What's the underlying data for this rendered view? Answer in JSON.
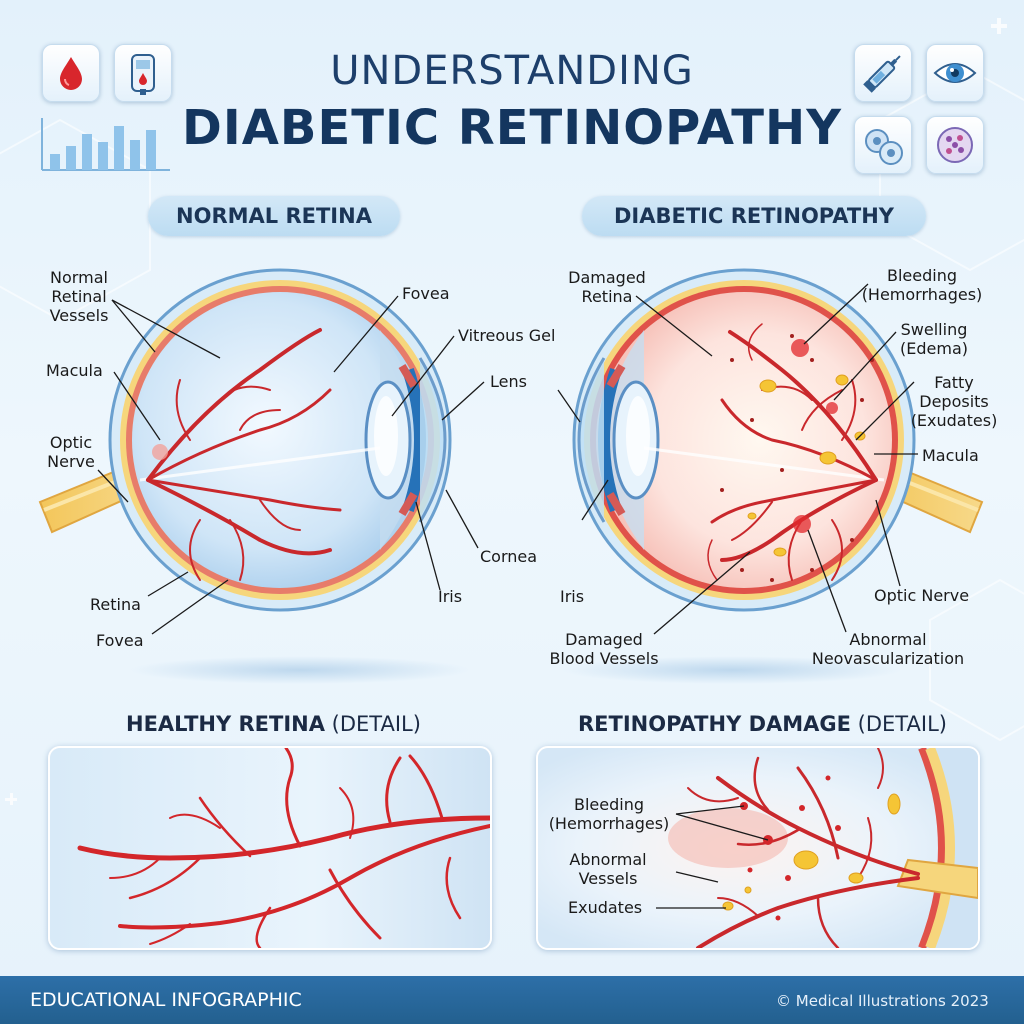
{
  "header": {
    "title_line1": "UNDERSTANDING",
    "title_line2": "DIABETIC RETINOPATHY"
  },
  "icons": {
    "left": [
      "blood-drop-icon",
      "glucose-meter-icon",
      "bar-chart-icon"
    ],
    "right": [
      "insulin-syringe-icon",
      "eye-icon",
      "cells-icon",
      "cell-icon"
    ]
  },
  "sections": {
    "normal_title": "NORMAL RETINA",
    "diabetic_title": "DIABETIC RETINOPATHY"
  },
  "normal_labels": {
    "vessels": "Normal\nRetinal\nVessels",
    "macula": "Macula",
    "optic_nerve": "Optic\nNerve",
    "retina": "Retina",
    "fovea_bottom": "Fovea",
    "fovea_top": "Fovea",
    "vitreous": "Vitreous Gel",
    "lens": "Lens",
    "cornea": "Cornea",
    "iris": "Iris"
  },
  "diabetic_labels": {
    "damaged_retina": "Damaged\nRetina",
    "iris": "Iris",
    "damaged_vessels": "Damaged\nBlood Vessels",
    "bleeding": "Bleeding\n(Hemorrhages)",
    "swelling": "Swelling\n(Edema)",
    "fatty": "Fatty\nDeposits\n(Exudates)",
    "macula": "Macula",
    "optic_nerve": "Optic Nerve",
    "neovascularization": "Abnormal\nNeovascularization"
  },
  "details": {
    "healthy_bold": "HEALTHY RETINA",
    "healthy_rest": " (DETAIL)",
    "damage_bold": "RETINOPATHY DAMAGE",
    "damage_rest": " (DETAIL)",
    "bleeding": "Bleeding\n(Hemorrhages)",
    "abnormal_vessels": "Abnormal\nVessels",
    "exudates": "Exudates"
  },
  "footer": {
    "left": "EDUCATIONAL INFOGRAPHIC",
    "right": "© Medical Illustrations 2023"
  },
  "colors": {
    "title": "#14365f",
    "vessel": "#c9282c",
    "footer": "#2d6fa8",
    "exudate": "#f5c535"
  }
}
